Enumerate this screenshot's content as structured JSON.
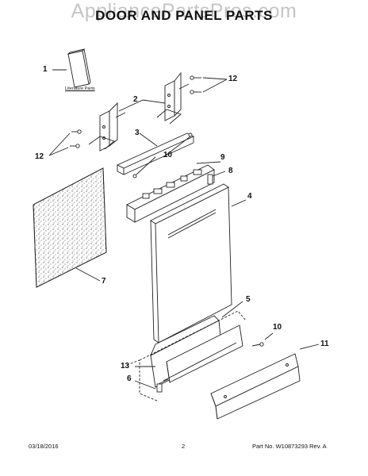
{
  "watermark": "AppliancePartsPros.com",
  "title": "DOOR AND PANEL PARTS",
  "literature_label": "Literature Parts",
  "callouts": {
    "c1": "1",
    "c2": "2",
    "c3": "3",
    "c4": "4",
    "c5": "5",
    "c6": "6",
    "c7": "7",
    "c8": "8",
    "c9": "9",
    "c10a": "10",
    "c10b": "10",
    "c11": "11",
    "c12a": "12",
    "c12b": "12",
    "c13": "13"
  },
  "footer": {
    "date": "03/18/2016",
    "page": "2",
    "part_no": "Part No. W10873293  Rev. A"
  },
  "colors": {
    "line": "#222222",
    "panel_fill": "#ffffff",
    "speckle": "#333333"
  }
}
